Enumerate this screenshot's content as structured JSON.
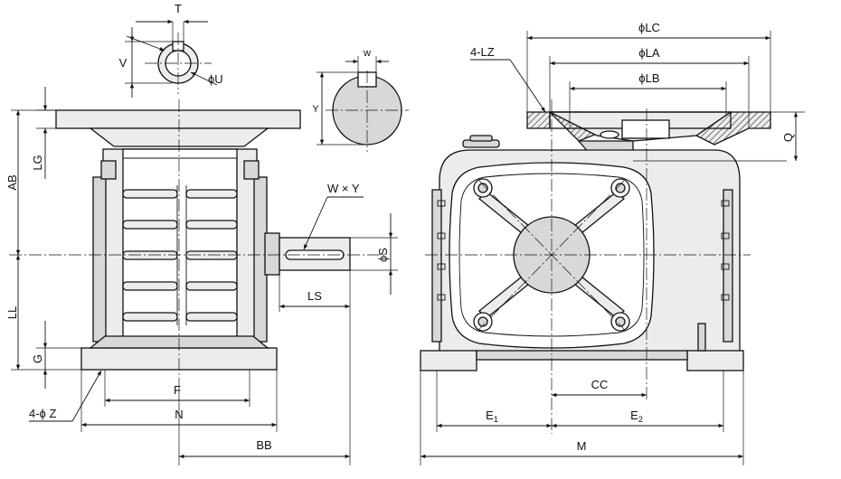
{
  "labels": {
    "T": "T",
    "V": "V",
    "U": "ϕU",
    "W_key": "w",
    "Y_key": "Y",
    "LG": "LG",
    "AB": "AB",
    "LL": "LL",
    "G": "G",
    "WxY": "W × Y",
    "S": "ϕS",
    "LS": "LS",
    "F": "F",
    "N": "N",
    "Z": "4-ϕ Z",
    "BB": "BB",
    "LZ": "4-LZ",
    "LC": "ϕLC",
    "LA": "ϕLA",
    "LB": "ϕLB",
    "Q": "Q",
    "CC": "CC",
    "E1": "E",
    "E1_sub": "1",
    "E2": "E",
    "E2_sub": "2",
    "M": "M"
  }
}
